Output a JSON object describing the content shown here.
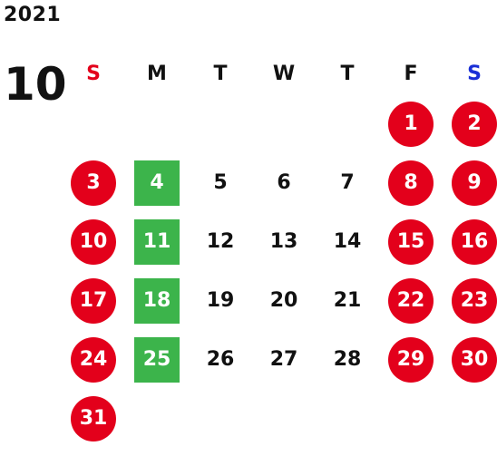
{
  "year": "2021",
  "month": "10",
  "colors": {
    "holiday": "#e3001b",
    "market": "#3cb44b",
    "sunday_header": "#e3001b",
    "saturday_header": "#1a2fd6"
  },
  "weekdays": [
    {
      "label": "S",
      "kind": "sunday"
    },
    {
      "label": "M",
      "kind": "weekday"
    },
    {
      "label": "T",
      "kind": "weekday"
    },
    {
      "label": "W",
      "kind": "weekday"
    },
    {
      "label": "T",
      "kind": "weekday"
    },
    {
      "label": "F",
      "kind": "weekday"
    },
    {
      "label": "S",
      "kind": "saturday"
    }
  ],
  "weeks": [
    [
      null,
      null,
      null,
      null,
      null,
      {
        "d": "1",
        "s": "holiday"
      },
      {
        "d": "2",
        "s": "holiday"
      }
    ],
    [
      {
        "d": "3",
        "s": "holiday"
      },
      {
        "d": "4",
        "s": "market"
      },
      {
        "d": "5",
        "s": "plain"
      },
      {
        "d": "6",
        "s": "plain"
      },
      {
        "d": "7",
        "s": "plain"
      },
      {
        "d": "8",
        "s": "holiday"
      },
      {
        "d": "9",
        "s": "holiday"
      }
    ],
    [
      {
        "d": "10",
        "s": "holiday"
      },
      {
        "d": "11",
        "s": "market"
      },
      {
        "d": "12",
        "s": "plain"
      },
      {
        "d": "13",
        "s": "plain"
      },
      {
        "d": "14",
        "s": "plain"
      },
      {
        "d": "15",
        "s": "holiday"
      },
      {
        "d": "16",
        "s": "holiday"
      }
    ],
    [
      {
        "d": "17",
        "s": "holiday"
      },
      {
        "d": "18",
        "s": "market"
      },
      {
        "d": "19",
        "s": "plain"
      },
      {
        "d": "20",
        "s": "plain"
      },
      {
        "d": "21",
        "s": "plain"
      },
      {
        "d": "22",
        "s": "holiday"
      },
      {
        "d": "23",
        "s": "holiday"
      }
    ],
    [
      {
        "d": "24",
        "s": "holiday"
      },
      {
        "d": "25",
        "s": "market"
      },
      {
        "d": "26",
        "s": "plain"
      },
      {
        "d": "27",
        "s": "plain"
      },
      {
        "d": "28",
        "s": "plain"
      },
      {
        "d": "29",
        "s": "holiday"
      },
      {
        "d": "30",
        "s": "holiday"
      }
    ],
    [
      {
        "d": "31",
        "s": "holiday"
      },
      null,
      null,
      null,
      null,
      null,
      null
    ]
  ]
}
